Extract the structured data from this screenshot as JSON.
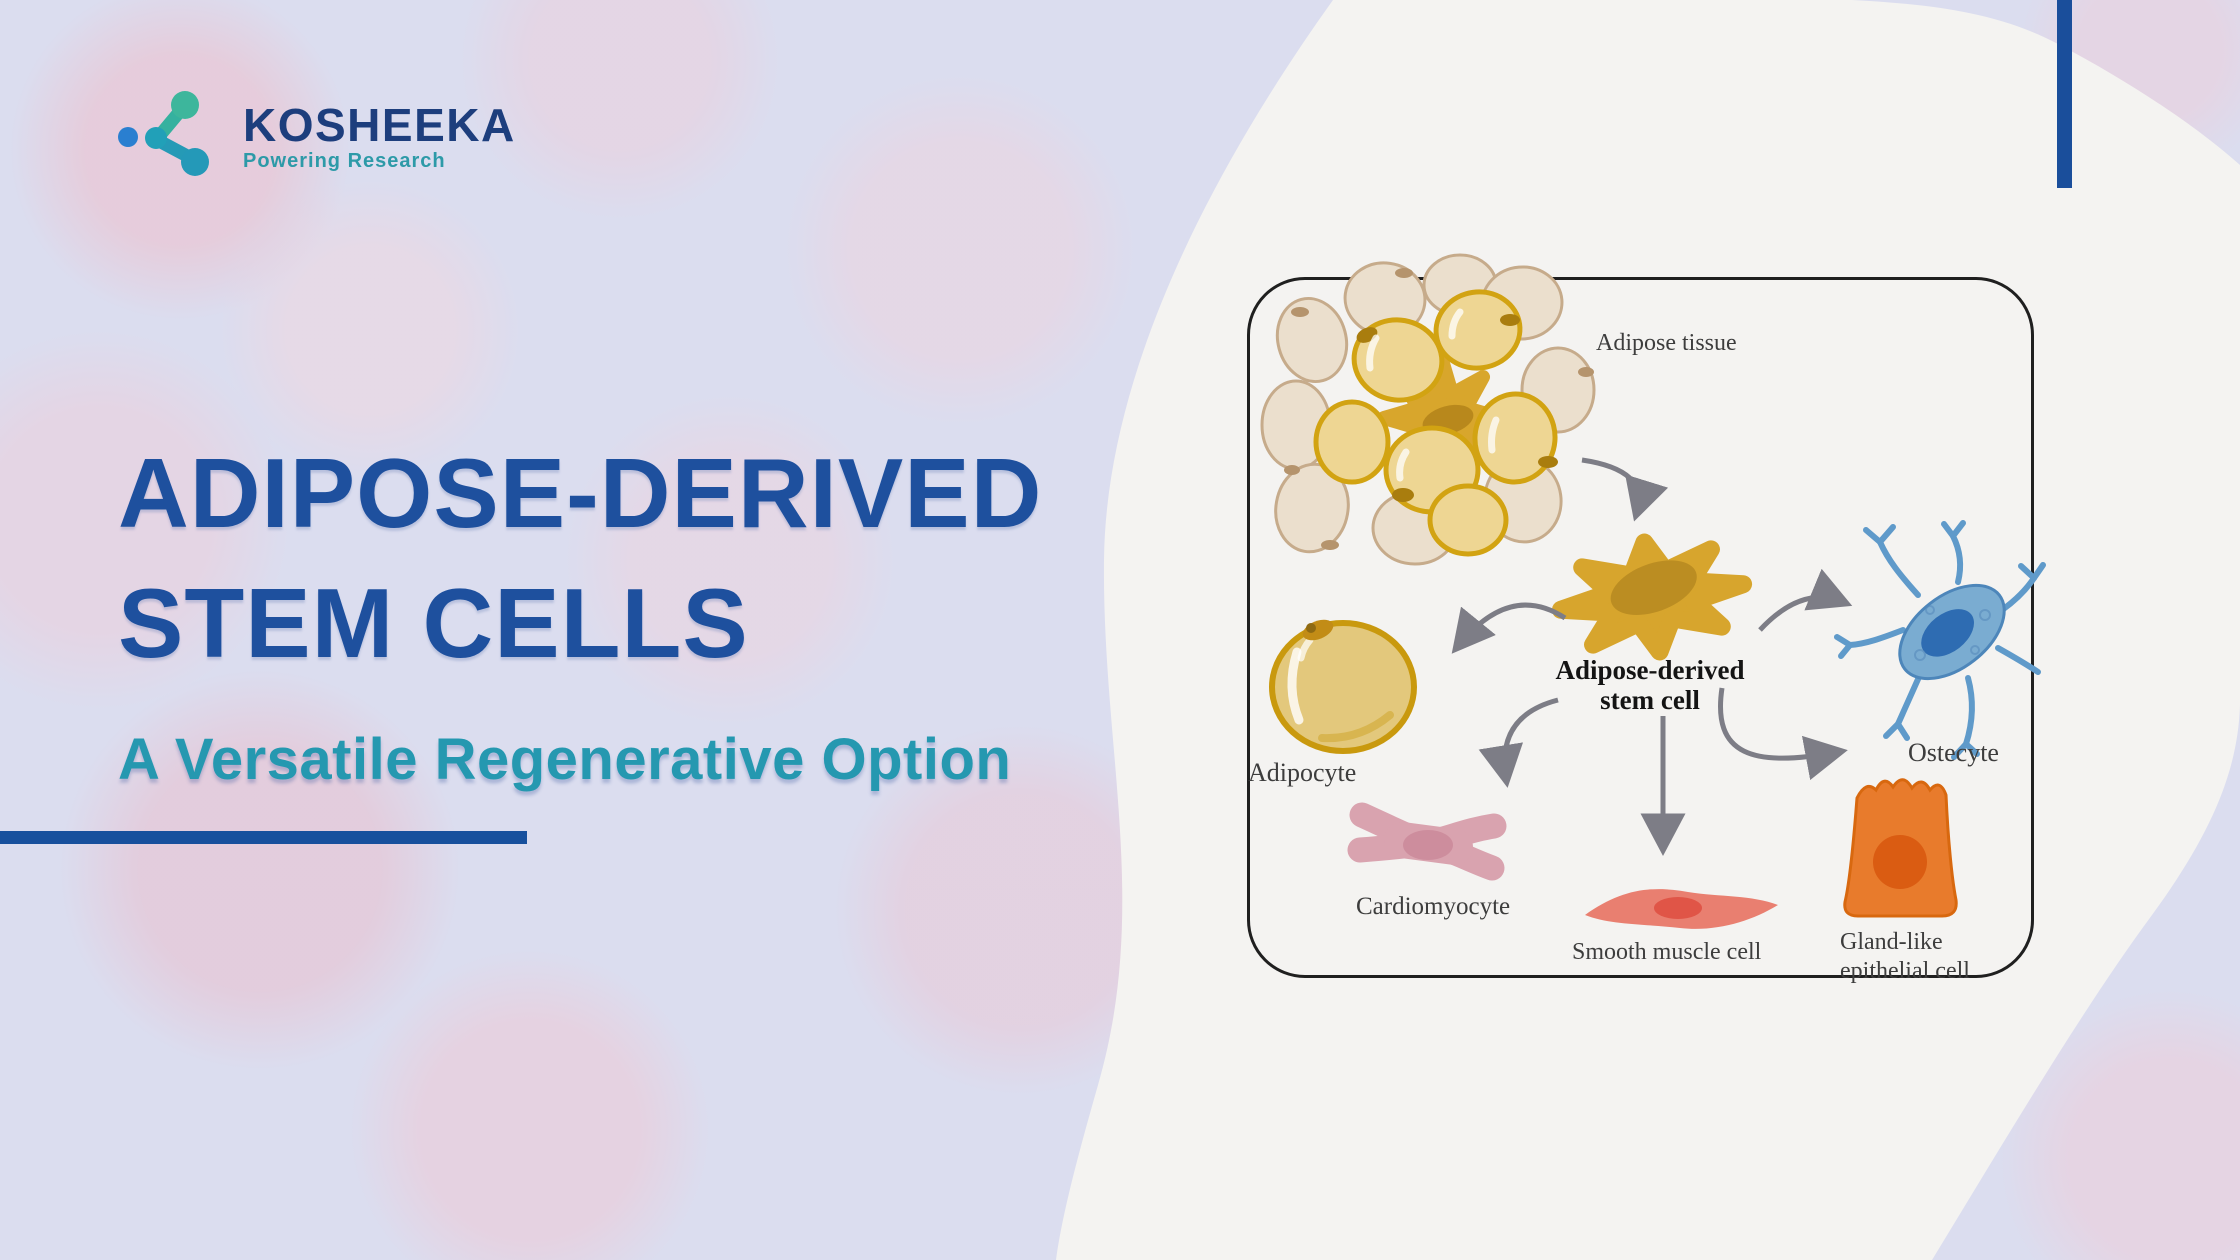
{
  "brand": {
    "name": "KOSHEEKA",
    "tagline": "Powering Research"
  },
  "hero": {
    "title_line1": "ADIPOSE-DERIVED",
    "title_line2": "STEM CELLS",
    "subtitle": "A Versatile Regenerative Option"
  },
  "diagram": {
    "labels": {
      "adipose_tissue": "Adipose tissue",
      "stem_cell_line1": "Adipose-derived",
      "stem_cell_line2": "stem cell",
      "adipocyte": "Adipocyte",
      "osteocyte": "Ostecyte",
      "cardiomyocyte": "Cardiomyocyte",
      "smooth_muscle": "Smooth muscle cell",
      "gland_line1": "Gland-like",
      "gland_line2": "epithelial cell"
    }
  },
  "colors": {
    "background_lavender": "#dbddef",
    "panel_white": "#f4f3f1",
    "accent_navy": "#1a4e9b",
    "title_blue": "#1e509e",
    "subtitle_teal": "#2598b0",
    "brand_navy": "#1d3e7d",
    "brand_teal": "#2d9aa8",
    "stem_cell_gold": "#d7a52d",
    "osteocyte_blue": "#7aacd1",
    "cardiomyocyte_pink": "#d9a3af",
    "smooth_muscle_salmon": "#e97f70",
    "gland_orange": "#e87b2c",
    "arrow_gray": "#7d7d86"
  }
}
